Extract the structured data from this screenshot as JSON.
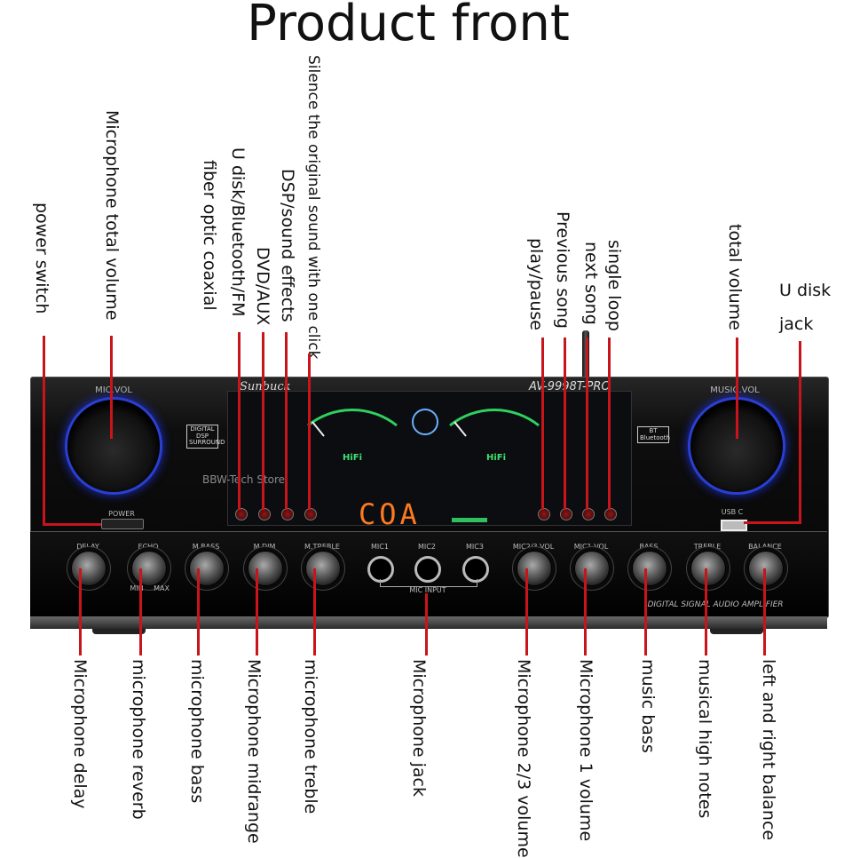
{
  "title": "Product front",
  "labels": {
    "power_switch": "power switch",
    "mic_total_volume": "Microphone total volume",
    "fiber_optic_coaxial": "fiber optic coaxial",
    "u_disk_bt_fm": "U disk/Bluetooth/FM",
    "dvd_aux": "DVD/AUX",
    "dsp_sound_effects": "DSP/sound effects",
    "silence_original": "Silence the original sound with one click",
    "play_pause": "play/pause",
    "previous_song": "Previous song",
    "next_song": "next song",
    "single_loop": "single loop",
    "total_volume": "total volume",
    "u_disk_line1": "U disk",
    "u_disk_line2": "jack",
    "mic_delay": "Microphone delay",
    "mic_reverb": "microphone reverb",
    "mic_bass": "microphone bass",
    "mic_midrange": "Microphone midrange",
    "mic_treble": "microphone treble",
    "mic_jack": "Microphone jack",
    "mic_23_volume": "Microphone 2/3 volume",
    "mic_1_volume": "Microphone 1 volume",
    "music_bass": "music bass",
    "musical_high_notes": "musical high notes",
    "lr_balance": "left and right balance"
  },
  "panel": {
    "brand": "Sunbuck",
    "model": "AV-9998T-PRO",
    "mic_vol": "MIC.VOL",
    "music_vol": "MUSIC.VOL",
    "power": "POWER",
    "dsp_badge": "DIGITAL DSP SURROUND",
    "bt_badge": "BT Bluetooth",
    "usb_label": "USB C",
    "display": "COA",
    "hifi": "HiFi",
    "watermark": "BBW-Tech Store",
    "footer": "DIGITAL SIGNAL AUDIO AMPLIFIER",
    "mic_input": "MIC INPUT",
    "mic1": "MIC1",
    "mic2": "MIC2",
    "mic3": "MIC3",
    "min": "MIN",
    "max": "MAX",
    "knobs": [
      "DELAY",
      "ECHO",
      "M.BASS",
      "M.DIM",
      "M.TREBLE",
      "MIC2/3 VOL",
      "MIC1 VOL",
      "BASS",
      "TREBLE",
      "BALANCE"
    ]
  },
  "colors": {
    "callout_line": "#c8151b",
    "display": "#ff7a1f",
    "knob_ring": "#2a3fd0"
  }
}
